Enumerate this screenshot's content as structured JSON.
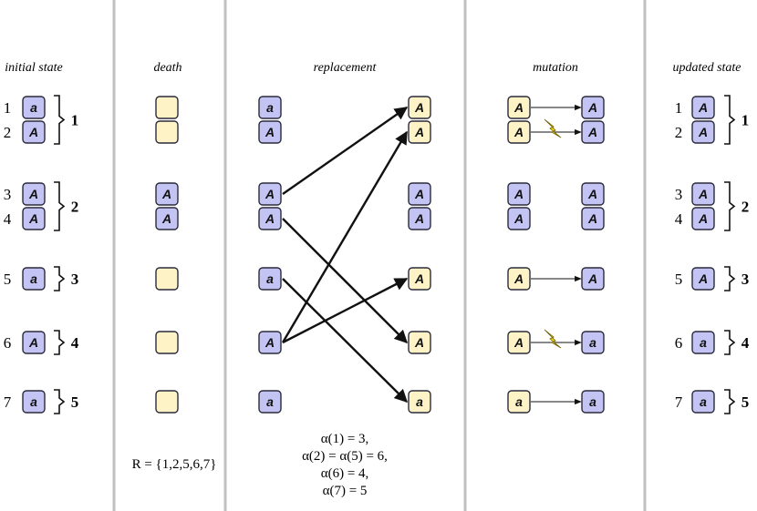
{
  "colors": {
    "blue_fill": "#c4c4f4",
    "yellow_fill": "#fdf3c7",
    "box_stroke": "#2a2a3a",
    "divider": "#c0c0c0",
    "lightning": "#f5d800"
  },
  "headers": {
    "initial": "initial state",
    "death": "death",
    "replacement": "replacement",
    "mutation": "mutation",
    "updated": "updated state"
  },
  "initial_state": {
    "individuals": [
      {
        "num": "1",
        "allele": "a"
      },
      {
        "num": "2",
        "allele": "A"
      },
      {
        "num": "3",
        "allele": "A"
      },
      {
        "num": "4",
        "allele": "A"
      },
      {
        "num": "5",
        "allele": "a"
      },
      {
        "num": "6",
        "allele": "A"
      },
      {
        "num": "7",
        "allele": "a"
      }
    ],
    "groups": [
      "1",
      "2",
      "3",
      "4",
      "5"
    ]
  },
  "death": {
    "cells": [
      {
        "state": "empty"
      },
      {
        "state": "empty"
      },
      {
        "state": "alive",
        "allele": "A"
      },
      {
        "state": "alive",
        "allele": "A"
      },
      {
        "state": "empty"
      },
      {
        "state": "empty"
      },
      {
        "state": "empty"
      }
    ],
    "R_label": "R = {1,2,5,6,7}"
  },
  "replacement": {
    "left": [
      "a",
      "A",
      "A",
      "A",
      "a",
      "A",
      "a"
    ],
    "right": [
      {
        "allele": "A",
        "new": true
      },
      {
        "allele": "A",
        "new": true
      },
      {
        "allele": "A",
        "new": false
      },
      {
        "allele": "A",
        "new": false
      },
      {
        "allele": "A",
        "new": true
      },
      {
        "allele": "A",
        "new": true
      },
      {
        "allele": "a",
        "new": true
      }
    ],
    "arrows": [
      [
        3,
        1
      ],
      [
        6,
        2
      ],
      [
        6,
        5
      ],
      [
        4,
        6
      ],
      [
        5,
        7
      ]
    ],
    "alpha_lines": [
      "α(1) = 3,",
      "α(2) = α(5) = 6,",
      "α(6) = 4,",
      "α(7) = 5"
    ]
  },
  "mutation": {
    "left": [
      {
        "allele": "A",
        "new": true
      },
      {
        "allele": "A",
        "new": true
      },
      {
        "allele": "A",
        "new": false
      },
      {
        "allele": "A",
        "new": false
      },
      {
        "allele": "A",
        "new": true
      },
      {
        "allele": "A",
        "new": true
      },
      {
        "allele": "a",
        "new": true
      }
    ],
    "right": [
      "A",
      "A",
      "A",
      "A",
      "A",
      "a",
      "a"
    ],
    "arrows": [
      1,
      2,
      5,
      6,
      7
    ],
    "lightning": [
      2,
      6
    ]
  },
  "updated_state": {
    "individuals": [
      {
        "num": "1",
        "allele": "A"
      },
      {
        "num": "2",
        "allele": "A"
      },
      {
        "num": "3",
        "allele": "A"
      },
      {
        "num": "4",
        "allele": "A"
      },
      {
        "num": "5",
        "allele": "A"
      },
      {
        "num": "6",
        "allele": "a"
      },
      {
        "num": "7",
        "allele": "a"
      }
    ],
    "groups": [
      "1",
      "2",
      "3",
      "4",
      "5"
    ]
  }
}
